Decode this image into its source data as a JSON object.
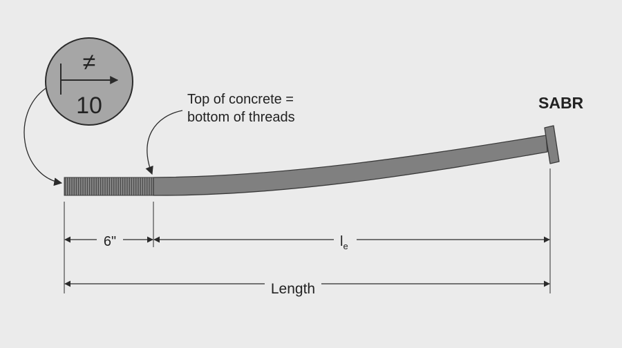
{
  "product": {
    "name": "SABR"
  },
  "callout": {
    "note_line1": "Top of concrete =",
    "note_line2": "bottom of threads"
  },
  "badge": {
    "symbol": "≠",
    "number": "10"
  },
  "dimensions": {
    "thread_length": "6\"",
    "embedment_main": "l",
    "embedment_sub": "e",
    "overall": "Length"
  },
  "colors": {
    "background": "#ebebeb",
    "rod": "#808080",
    "rod_outline": "#3a3a3a",
    "badge_fill": "#a6a6a6",
    "line": "#2b2b2b"
  }
}
